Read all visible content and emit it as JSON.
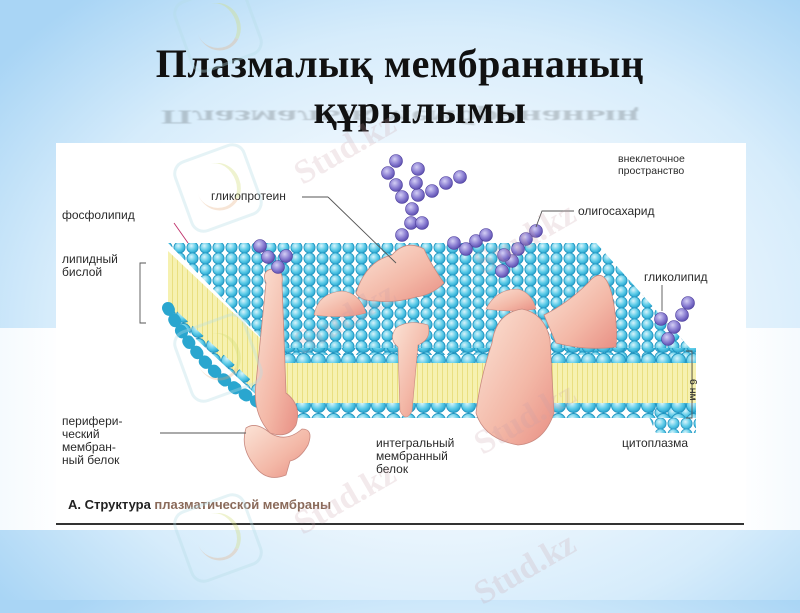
{
  "slide": {
    "title_line1": "Плазмалық мембрананың",
    "title_line2": "құрылымы"
  },
  "figure": {
    "labels": {
      "extracellular": "внеклеточное\nпространство",
      "glycoprotein": "гликопротеин",
      "phospholipid": "фосфолипид",
      "oligosaccharide": "олигосахарид",
      "lipid_bilayer": "липидный\nбислой",
      "glycolipid": "гликолипид",
      "thickness": "6 нм",
      "peripheral_protein": "перифери-\nческий\nмембран-\nный белок",
      "integral_protein": "интегральный\nмембранный\nбелок",
      "cytoplasm": "цитоплазма"
    },
    "caption_prefix": "А. Структура",
    "caption_rest": " плазматической мембраны"
  },
  "watermark": {
    "text": "Stud.kz"
  },
  "colors": {
    "head_blue": "#4cc3e6",
    "tail_yellow": "#f3eda0",
    "protein_pink": "#f2b5a6",
    "sugar_purple": "#8b7fd0"
  }
}
